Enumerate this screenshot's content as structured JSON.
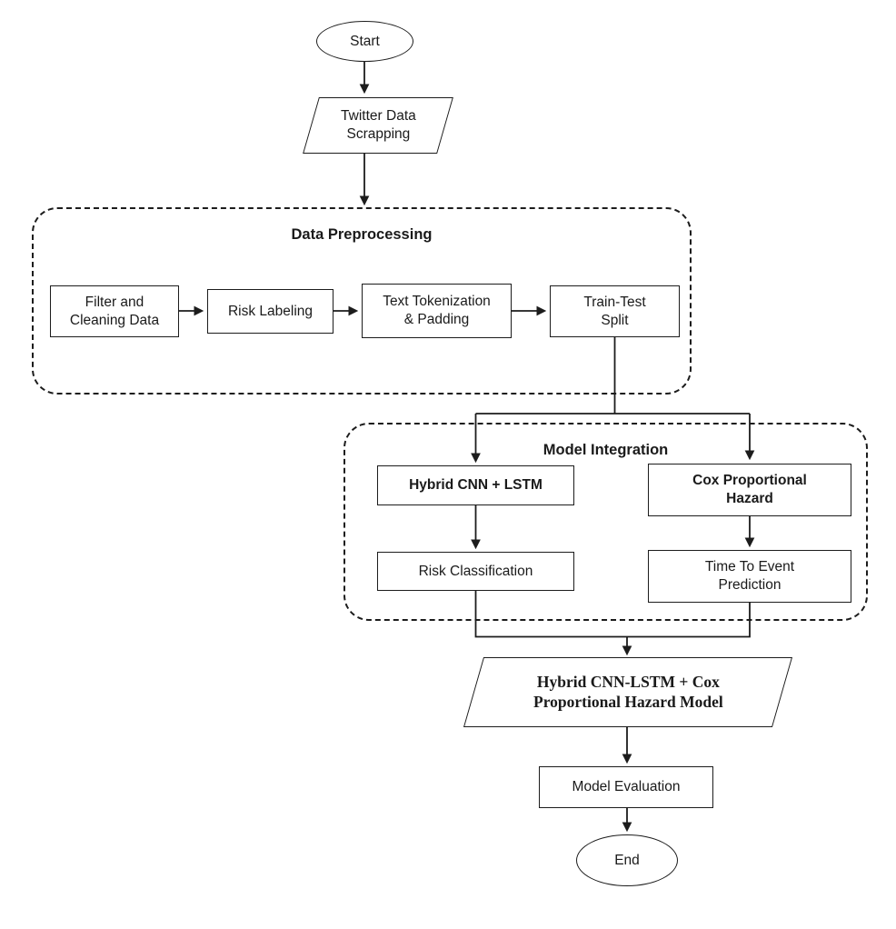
{
  "diagram": {
    "start": "Start",
    "twitter_scraping": "Twitter Data\nScrapping",
    "preprocessing": {
      "title": "Data Preprocessing",
      "filter_cleaning": "Filter and\nCleaning Data",
      "risk_labeling": "Risk Labeling",
      "tokenization": "Text Tokenization\n& Padding",
      "train_test_split": "Train-Test\nSplit"
    },
    "integration": {
      "title": "Model Integration",
      "hybrid_cnn_lstm": "Hybrid CNN + LSTM",
      "cox_hazard": "Cox Proportional\nHazard",
      "risk_classification": "Risk Classification",
      "time_to_event": "Time To Event\nPrediction"
    },
    "hybrid_model": "Hybrid CNN-LSTM + Cox\nProportional Hazard Model",
    "model_evaluation": "Model Evaluation",
    "end": "End"
  },
  "colors": {
    "stroke": "#1c1c1c",
    "background": "#ffffff"
  }
}
